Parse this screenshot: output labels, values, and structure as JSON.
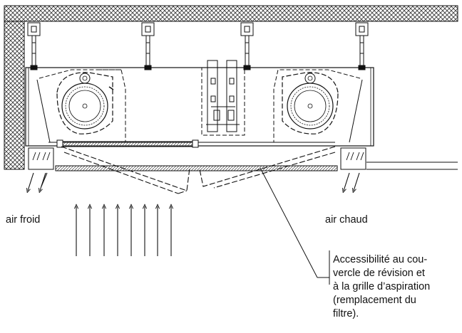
{
  "labels": {
    "cold_air": "air froid",
    "warm_air": "air chaud",
    "note_lines": [
      "Accessibilité au cou-",
      "vercle de révision et",
      "à la grille d’aspiration",
      "(remplacement du",
      "filtre)."
    ]
  },
  "colors": {
    "line": "#111111",
    "hatch": "#333333",
    "background": "#ffffff"
  }
}
